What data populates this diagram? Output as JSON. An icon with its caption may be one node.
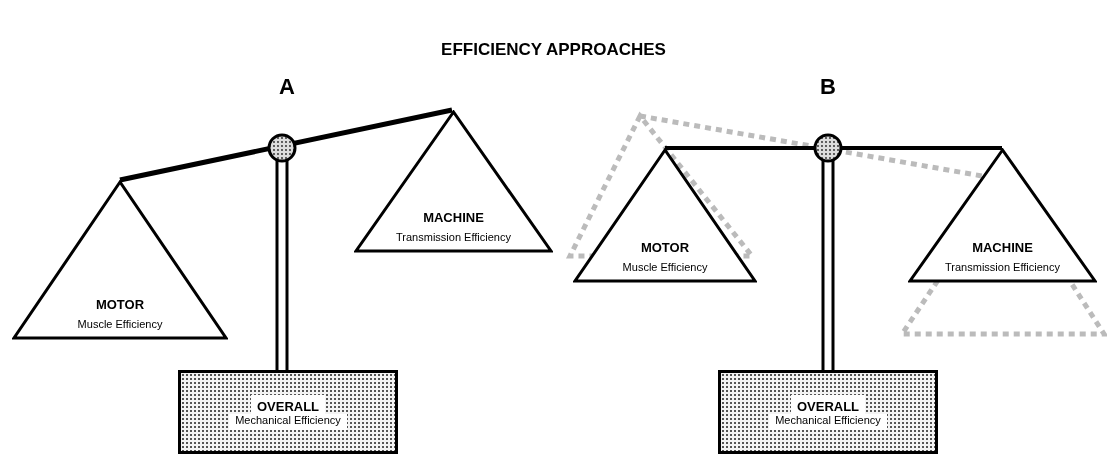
{
  "diagram": {
    "title": "EFFICIENCY APPROACHES",
    "nodes": [
      {
        "text": [
          "MOTOR",
          "Muscle Efficiency"
        ]
      },
      {
        "text": [
          "MACHINE",
          "Transmission Efficiency"
        ]
      },
      {
        "text": [
          "OVERALL",
          "Mechanical Efficiency"
        ]
      },
      {
        "text": [
          "MOTOR",
          "Muscle Efficiency"
        ]
      },
      {
        "text": [
          "MACHINE",
          "Transmission Efficiency"
        ]
      },
      {
        "text": [
          "OVERALL",
          "Mechanical Efficiency"
        ]
      }
    ],
    "labels": [
      "A",
      "B"
    ]
  }
}
